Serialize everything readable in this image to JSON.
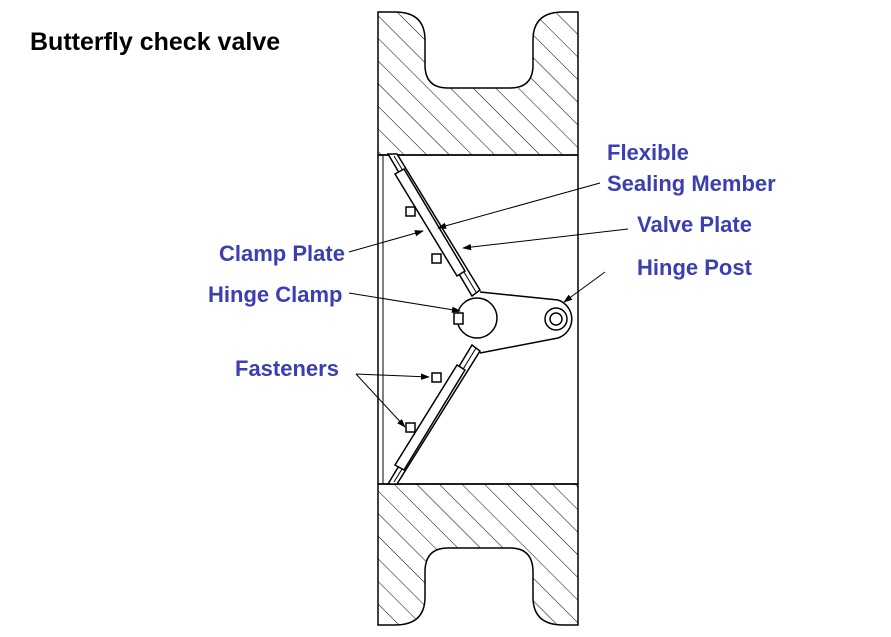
{
  "title": "Butterfly check valve",
  "colors": {
    "label": "#3b3fb0",
    "line": "#000000",
    "hatch": "#000000",
    "background": "#ffffff"
  },
  "labels": {
    "flexible_sealing_member": {
      "line1": "Flexible",
      "line2": "Sealing Member"
    },
    "valve_plate": "Valve Plate",
    "hinge_post": "Hinge Post",
    "clamp_plate": "Clamp Plate",
    "hinge_clamp": "Hinge Clamp",
    "fasteners": "Fasteners"
  }
}
